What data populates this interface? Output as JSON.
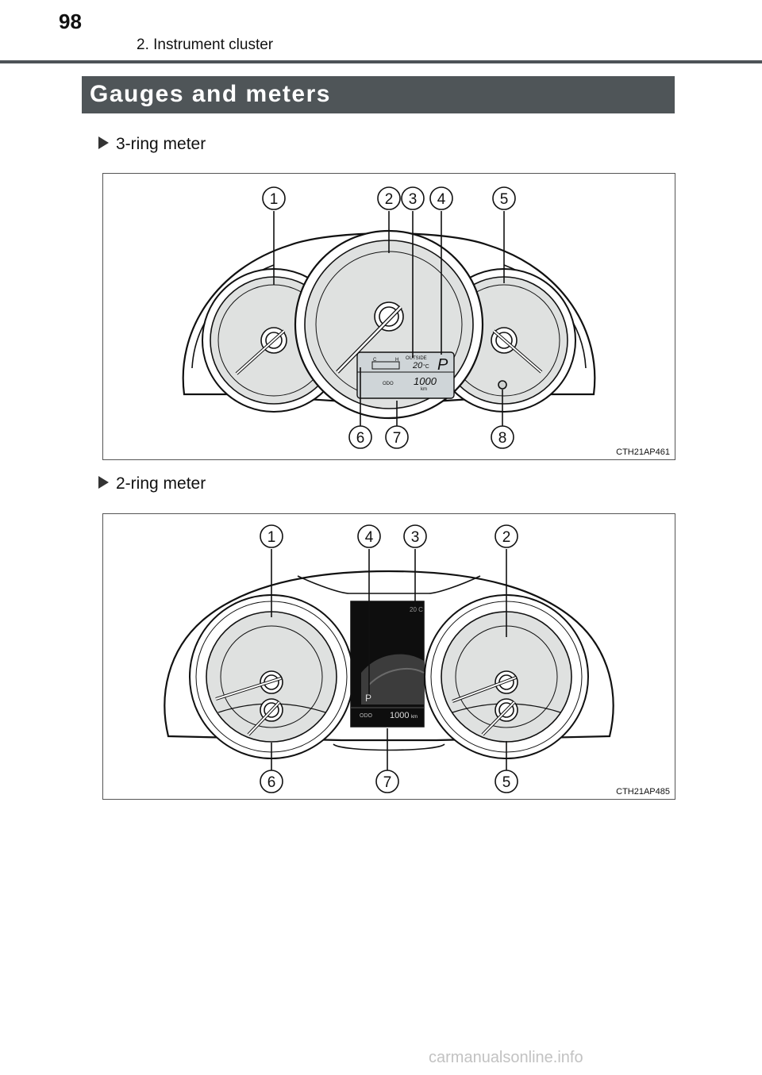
{
  "header": {
    "page_number": "98",
    "chapter": "2. Instrument cluster"
  },
  "section": {
    "title": "Gauges and meters"
  },
  "figure1": {
    "heading": "3-ring meter",
    "image_id": "CTH21AP461",
    "callouts_top": [
      "1",
      "2",
      "3",
      "4",
      "5"
    ],
    "callouts_bottom": [
      "6",
      "7",
      "8"
    ],
    "display": {
      "temp_c": "C",
      "temp_h": "H",
      "outside": "OUTSIDE",
      "temp": "20",
      "temp_unit": "°C",
      "gear": "P",
      "odo": "ODO",
      "odo_value": "1000",
      "odo_unit": "km"
    }
  },
  "figure2": {
    "heading": "2-ring meter",
    "image_id": "CTH21AP485",
    "callouts_top": [
      "1",
      "4",
      "3",
      "2"
    ],
    "callouts_bottom": [
      "6",
      "7",
      "5"
    ],
    "display": {
      "temp": "20 C",
      "gear": "P",
      "odo": "ODO",
      "odo_value": "1000",
      "odo_unit": "km"
    }
  },
  "footer": {
    "watermark": "carmanualsonline.info"
  }
}
